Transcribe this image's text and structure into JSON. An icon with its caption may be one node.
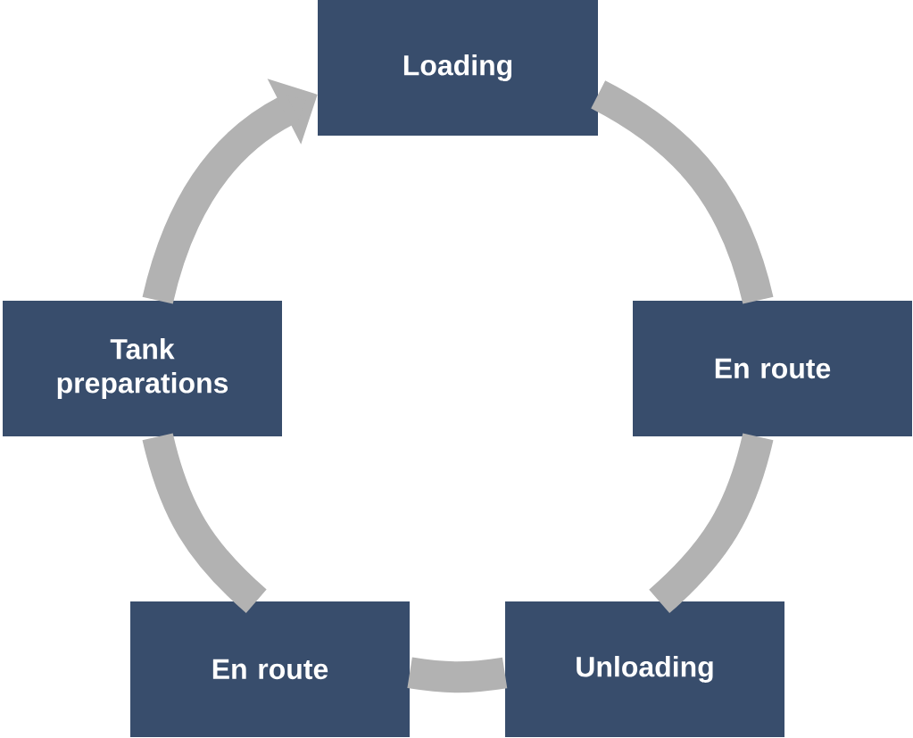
{
  "diagram": {
    "nodes": [
      {
        "text": [
          "Loading"
        ]
      },
      {
        "text": [
          "En route"
        ]
      },
      {
        "text": [
          "Unloading"
        ]
      },
      {
        "text": [
          "En route"
        ]
      },
      {
        "text": [
          "Tank preparations"
        ]
      }
    ],
    "edges": [
      {
        "from": 0,
        "to": 1,
        "arrow": "none"
      },
      {
        "from": 1,
        "to": 2,
        "arrow": "none"
      },
      {
        "from": 2,
        "to": 3,
        "arrow": "none"
      },
      {
        "from": 3,
        "to": 4,
        "arrow": "none"
      },
      {
        "from": 4,
        "to": 0,
        "arrow": "to"
      }
    ]
  }
}
